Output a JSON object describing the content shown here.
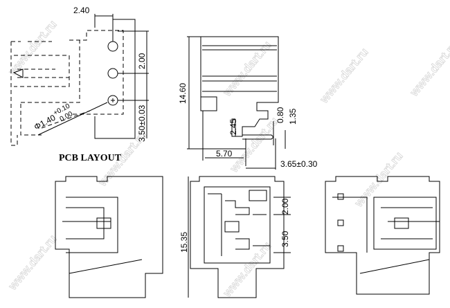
{
  "watermark": "www.dart.ru",
  "pcb_layout": {
    "title": "PCB LAYOUT",
    "dim_pitch_x": "2.40",
    "dim_pitch_y": "2.00",
    "dim_offset": "3.50±0.03",
    "hole_diameter": "Φ1.40",
    "hole_tol_upper": "+0.10",
    "hole_tol_lower": "0.00"
  },
  "side_view": {
    "dim_height": "14.60",
    "dim_width": "5.70",
    "dim_pin": "3.65±0.30",
    "dim_245": "2.45",
    "dim_080": "0.80",
    "dim_135": "1.35"
  },
  "front_view": {
    "dim_height": "15.35",
    "dim_pitch": "2.00",
    "dim_offset": "3.50"
  }
}
